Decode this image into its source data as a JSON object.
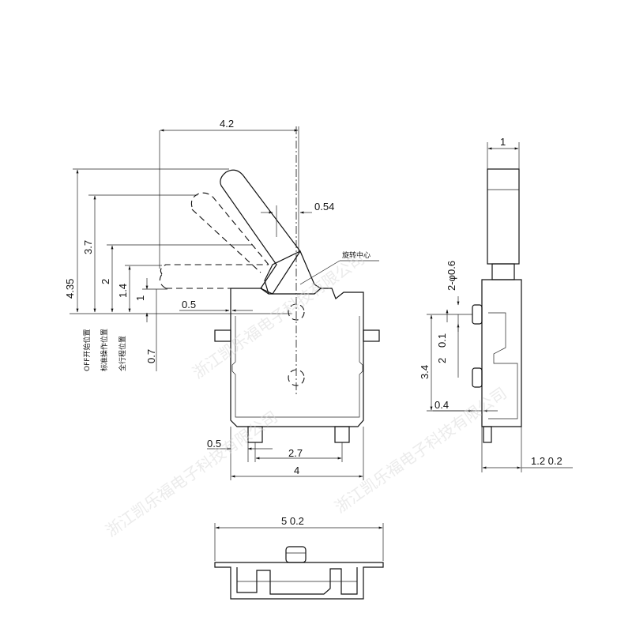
{
  "side_view": {
    "dims": {
      "d_4_2": "4.2",
      "d_0_54": "0.54",
      "d_4_35": "4.35",
      "d_3_7": "3.7",
      "d_2": "2",
      "d_1_4": "1.4",
      "d_1": "1",
      "d_0_5_top": "0.5",
      "d_0_7": "0.7",
      "d_0_5_bottom": "0.5",
      "d_2_7": "2.7",
      "d_4": "4"
    },
    "labels": {
      "rotation_center": "旋转中心",
      "off_position": "OFF开始位置",
      "standard_position": "标准操作位置",
      "full_travel_position": "全行程位置"
    }
  },
  "end_view": {
    "dims": {
      "d_1": "1",
      "d_2_phi_0_6": "2-φ0.6",
      "d_0_1": "0.1",
      "d_2": "2",
      "d_3_4": "3.4",
      "d_0_4": "0.4",
      "d_1_2_0_2": "1.2  0.2"
    }
  },
  "bottom_view": {
    "dims": {
      "d_5_0_2": "5  0.2"
    }
  },
  "watermark": "浙江凯乐福电子科技有限公司"
}
